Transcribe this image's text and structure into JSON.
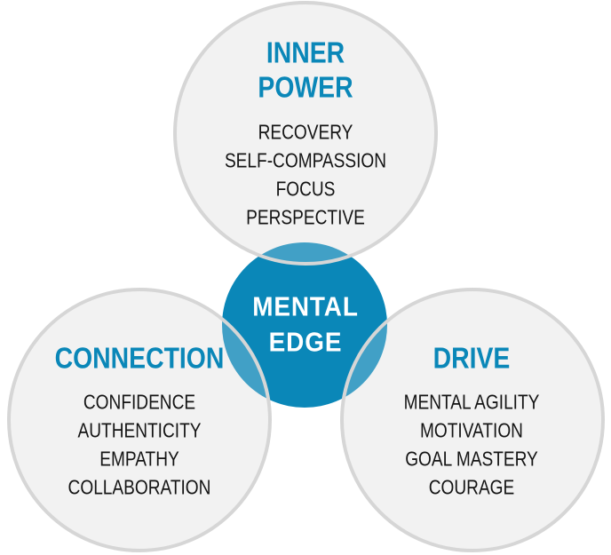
{
  "diagram": {
    "center": {
      "lines": [
        "MENTAL",
        "EDGE"
      ],
      "color": "#0a87b8"
    },
    "circles": [
      {
        "id": "inner-power",
        "title_lines": [
          "INNER",
          "POWER"
        ],
        "items": [
          "RECOVERY",
          "SELF-COMPASSION",
          "FOCUS",
          "PERSPECTIVE"
        ]
      },
      {
        "id": "connection",
        "title_lines": [
          "CONNECTION"
        ],
        "items": [
          "CONFIDENCE",
          "AUTHENTICITY",
          "EMPATHY",
          "COLLABORATION"
        ]
      },
      {
        "id": "drive",
        "title_lines": [
          "DRIVE"
        ],
        "items": [
          "MENTAL AGILITY",
          "MOTIVATION",
          "GOAL MASTERY",
          "COURAGE"
        ]
      }
    ],
    "colors": {
      "accent": "#0a87b8",
      "circle_fill": "#f2f2f2",
      "circle_stroke": "#d6d6d6",
      "item_text": "#141414",
      "center_text": "#ffffff"
    }
  }
}
